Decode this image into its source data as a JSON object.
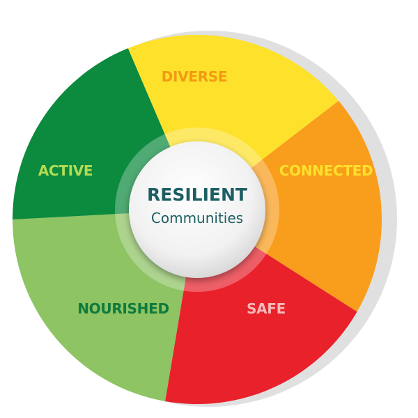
{
  "diagram": {
    "center": {
      "title": "RESILIENT",
      "subtitle": "Communities",
      "title_color": "#1c5e63",
      "subtitle_color": "#1c5e63"
    },
    "segments": [
      {
        "id": "diverse",
        "label": "DIVERSE",
        "fill": "#fde12b",
        "label_color": "#f29a14"
      },
      {
        "id": "connected",
        "label": "CONNECTED",
        "fill": "#f99d1c",
        "label_color": "#fde12b"
      },
      {
        "id": "safe",
        "label": "SAFE",
        "fill": "#e8212b",
        "label_color": "#f7b9b9"
      },
      {
        "id": "nourished",
        "label": "NOURISHED",
        "fill": "#8ec463",
        "label_color": "#0e7a3e"
      },
      {
        "id": "active",
        "label": "ACTIVE",
        "fill": "#0c8a3e",
        "label_color": "#b3dc55"
      }
    ]
  }
}
